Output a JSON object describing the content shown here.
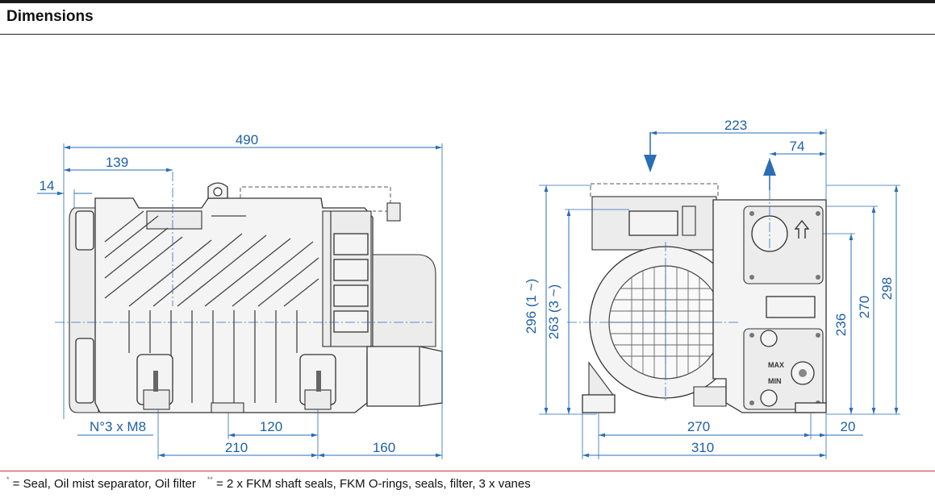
{
  "header": {
    "title": "Dimensions"
  },
  "left_view": {
    "dims": {
      "overall_length": "490",
      "inlet_offset": "139",
      "edge_offset": "14",
      "thread": "N°3 x M8",
      "foot_spacing": "120",
      "foot_span": "210",
      "motor_overhang": "160"
    }
  },
  "right_view": {
    "dims": {
      "inlet_to_edge": "223",
      "outlet_to_edge": "74",
      "height_a": "296 (1 ~)",
      "height_b": "263 (3 ~)",
      "height_c": "236",
      "height_d": "270",
      "height_e": "298",
      "width_feet": "270",
      "foot_offset": "20",
      "overall_width": "310"
    },
    "labels": {
      "max": "MAX",
      "min": "MIN"
    }
  },
  "footnotes": {
    "mark1": "*",
    "text1": " = Seal, Oil mist separator, Oil filter",
    "mark2": "**",
    "text2": " = 2 x FKM shaft seals, FKM O-rings, seals, filter, 3 x vanes"
  },
  "colors": {
    "dimension": "#1f5fa8",
    "outline": "#333333",
    "footer_rule": "#cc3333"
  }
}
